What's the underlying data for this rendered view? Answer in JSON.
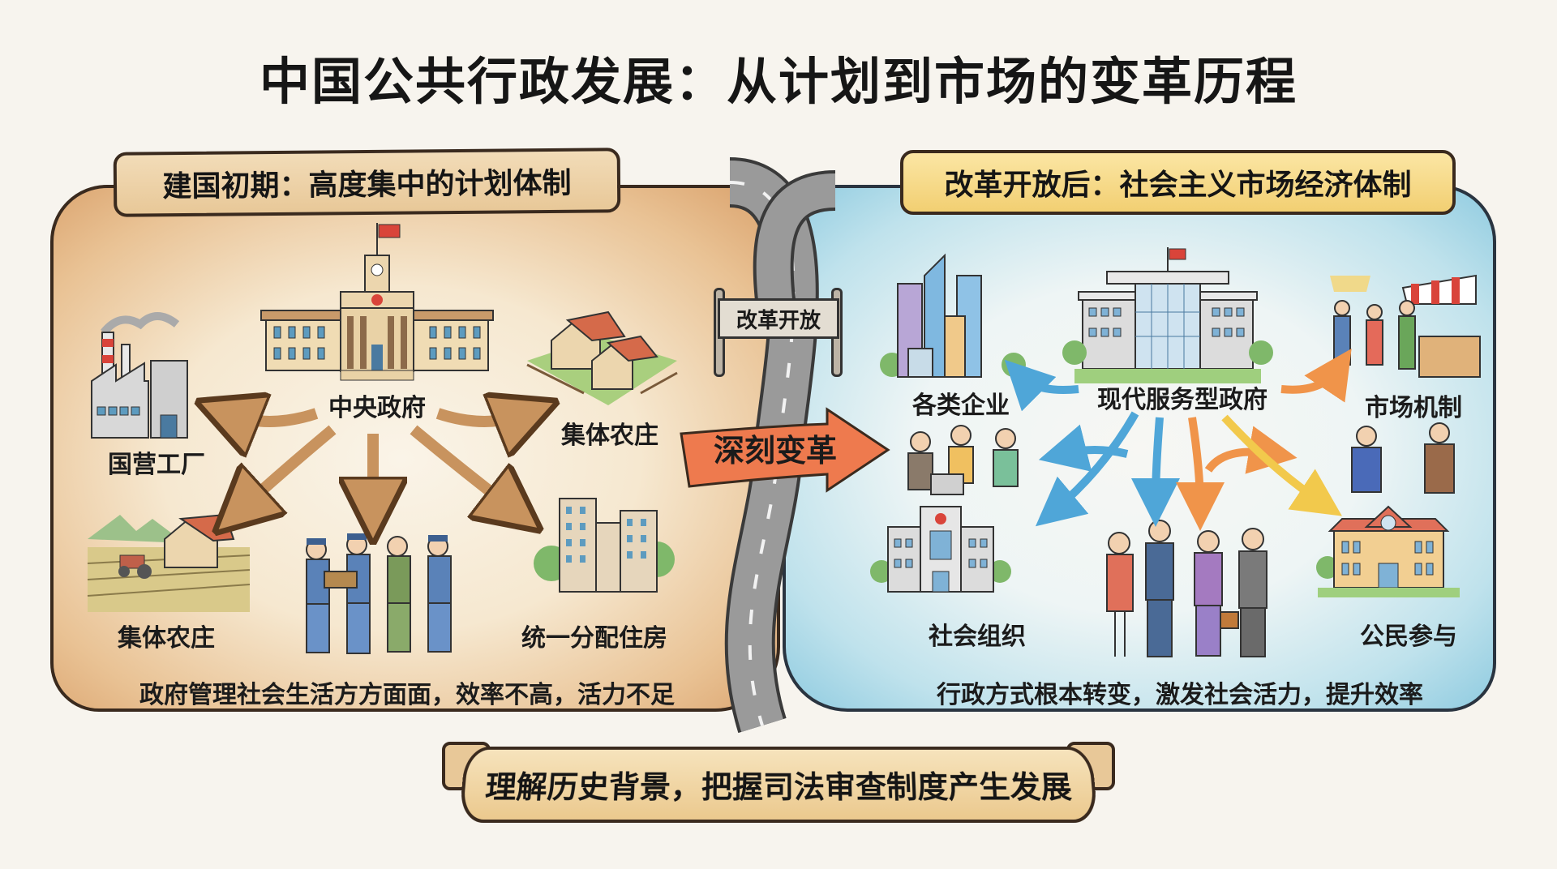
{
  "title": "中国公共行政发展：从计划到市场的变革历程",
  "left_panel": {
    "banner": "建国初期：高度集中的计划体制",
    "center": "中央政府",
    "nodes": [
      {
        "label": "国营工厂"
      },
      {
        "label": "集体农庄"
      },
      {
        "label": "集体农庄"
      },
      {
        "label": "统一分配住房"
      }
    ],
    "caption": "政府管理社会生活方方面面，效率不高，活力不足",
    "colors": {
      "fill": "#e9c294",
      "arrow": "#c8935e"
    }
  },
  "transition": {
    "sign": "改革开放",
    "arrow_label": "深刻变革",
    "arrow_color": "#ee7a4e"
  },
  "right_panel": {
    "banner": "改革开放后：社会主义市场经济体制",
    "center": "现代服务型政府",
    "nodes": [
      {
        "label": "各类企业"
      },
      {
        "label": "市场机制"
      },
      {
        "label": "社会组织"
      },
      {
        "label": "公民参与"
      }
    ],
    "caption": "行政方式根本转变，激发社会活力，提升效率",
    "colors": {
      "fill": "#bfe2ec",
      "arrow_blue": "#4fa6d8",
      "arrow_orange": "#f0944a",
      "arrow_yellow": "#f2c94c"
    }
  },
  "footer_banner": "理解历史背景，把握司法审查制度产生发展"
}
